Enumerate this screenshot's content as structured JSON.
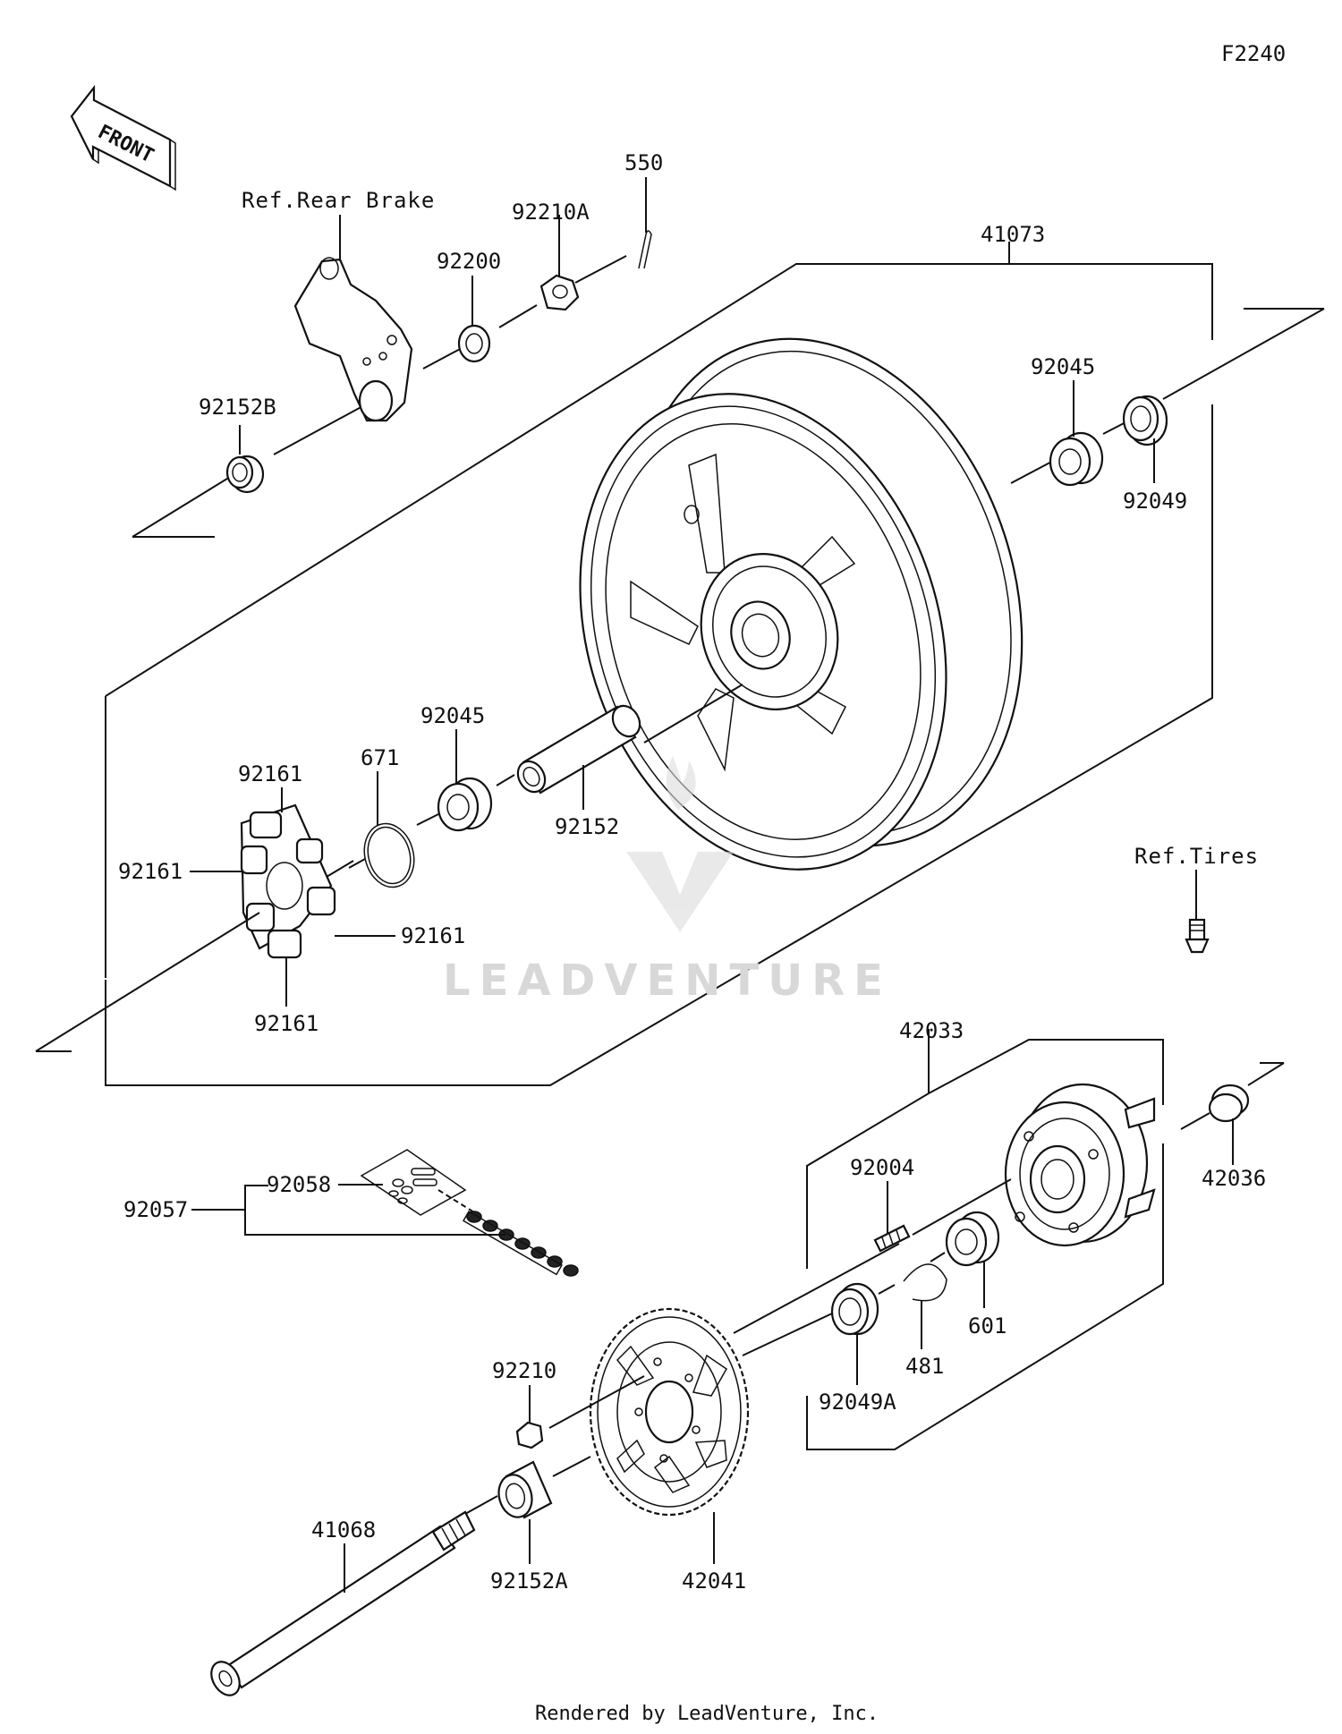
{
  "diagram_code": "F2240",
  "front_label": "FRONT",
  "watermark": "LEADVENTURE",
  "footer": "Rendered by LeadVenture, Inc.",
  "refs": {
    "rear_brake": "Ref.Rear Brake",
    "tires": "Ref.Tires"
  },
  "parts": {
    "p550": "550",
    "p92210A": "92210A",
    "p92200": "92200",
    "p41073": "41073",
    "p92152B": "92152B",
    "p92045_top": "92045",
    "p92049": "92049",
    "p92045_mid": "92045",
    "p671": "671",
    "p92161_a": "92161",
    "p92161_b": "92161",
    "p92161_c": "92161",
    "p92161_d": "92161",
    "p92152": "92152",
    "p42033": "42033",
    "p42036": "42036",
    "p92004": "92004",
    "p92057": "92057",
    "p92058": "92058",
    "p601": "601",
    "p481": "481",
    "p92049A": "92049A",
    "p92210": "92210",
    "p41068": "41068",
    "p92152A": "92152A",
    "p42041": "42041"
  }
}
